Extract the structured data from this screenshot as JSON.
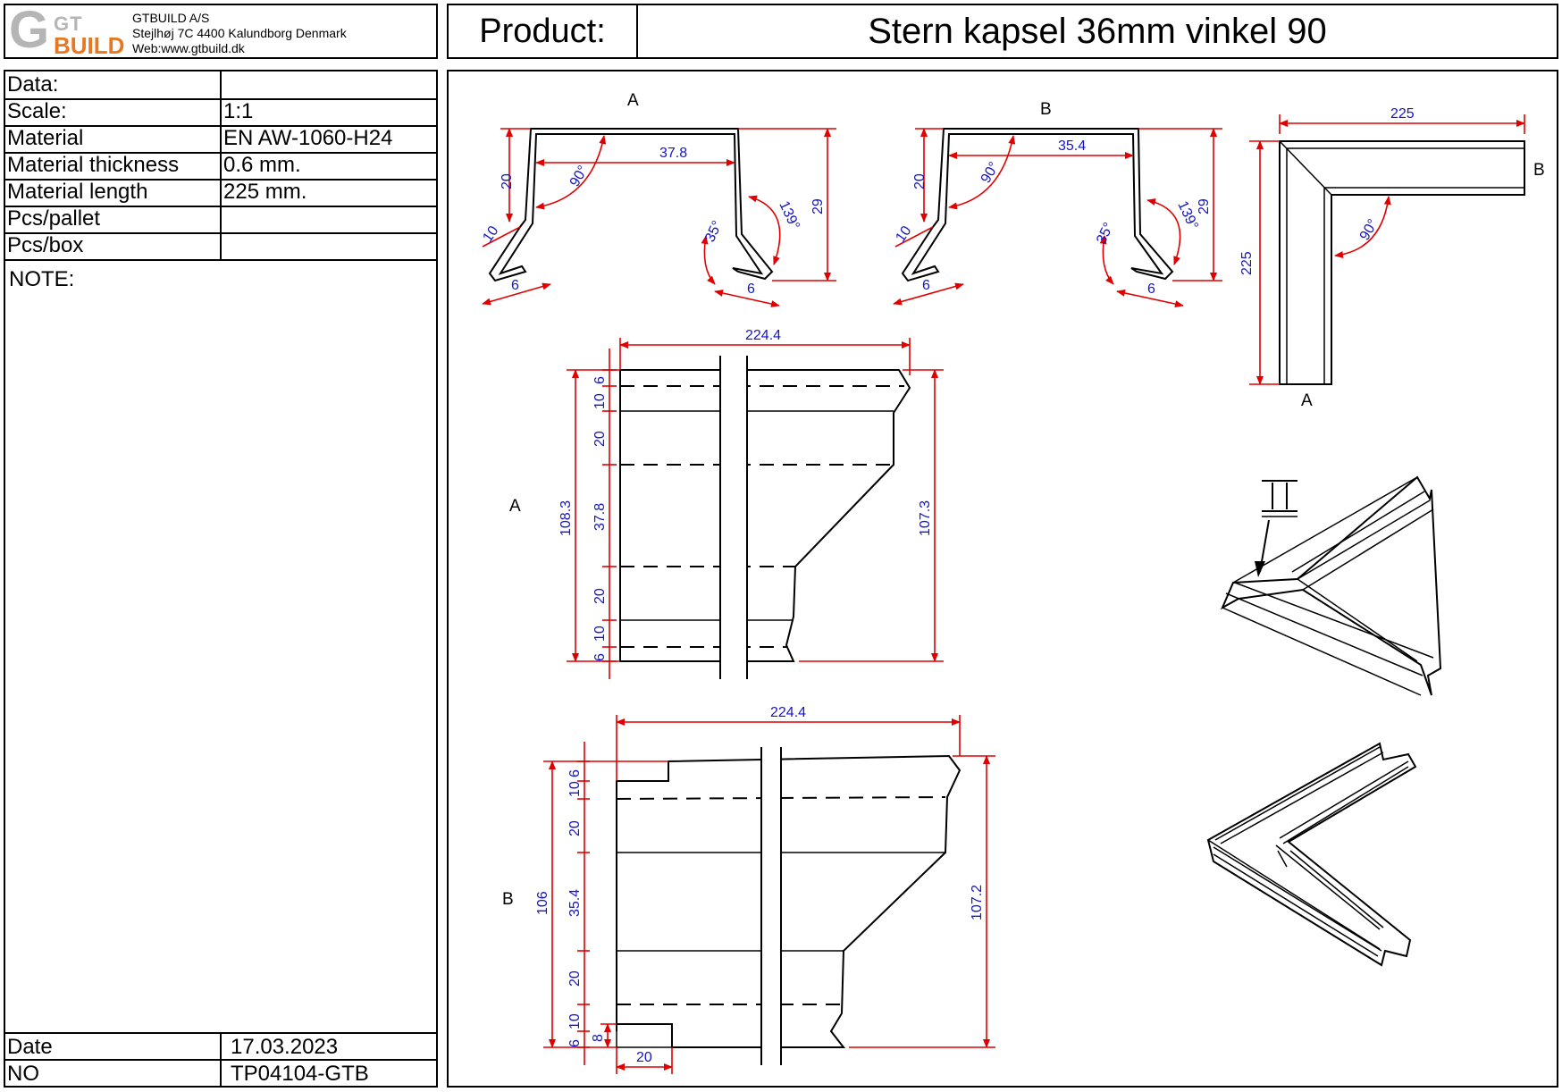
{
  "company": {
    "logo_gt": "GT",
    "logo_build": "BUILD",
    "name": "GTBUILD A/S",
    "address": "Stejlhøj 7C 4400 Kalundborg Denmark",
    "web": "Web:www.gtbuild.dk"
  },
  "product": {
    "label": "Product:",
    "name": "Stern kapsel 36mm vinkel 90"
  },
  "info": {
    "rows": [
      {
        "key": "Data:",
        "value": ""
      },
      {
        "key": "Scale:",
        "value": "1:1"
      },
      {
        "key": "Material",
        "value": "EN AW-1060-H24"
      },
      {
        "key": "Material thickness",
        "value": "0.6 mm."
      },
      {
        "key": "Material length",
        "value": "225 mm."
      },
      {
        "key": "Pcs/pallet",
        "value": ""
      },
      {
        "key": "Pcs/box",
        "value": ""
      }
    ],
    "note_label": "NOTE:",
    "date_label": "Date",
    "date_value": "17.03.2023",
    "no_label": "NO",
    "no_value": "TP04104-GTB"
  },
  "drawing": {
    "views": {
      "a": "A",
      "b": "B"
    },
    "profile_a": {
      "width": "37.8",
      "side": "20",
      "lip": "10",
      "hem": "6",
      "height": "29",
      "angle_top": "90°",
      "angle_bend": "35°",
      "angle_open": "139°"
    },
    "profile_b": {
      "width": "35.4",
      "side": "20",
      "lip": "10",
      "hem": "6",
      "height": "29",
      "angle_top": "90°",
      "angle_bend": "35°",
      "angle_open": "139°"
    },
    "plan": {
      "length": "225",
      "width": "225",
      "angle": "90°"
    },
    "flat_a": {
      "length": "224.4",
      "height_left": "108.3",
      "height_right": "107.3",
      "segments": [
        "6",
        "10",
        "20",
        "37.8",
        "20",
        "10",
        "6"
      ]
    },
    "flat_b": {
      "length": "224.4",
      "height_left": "106",
      "height_right": "107.2",
      "segments": [
        "6",
        "10",
        "20",
        "35.4",
        "20",
        "10",
        "6"
      ],
      "notch_w": "20",
      "notch_h": "8"
    }
  },
  "colors": {
    "dimension_line": "#e00000",
    "dimension_text": "#1414c8",
    "logo_orange": "#e87722",
    "logo_grey": "#b5b5b5"
  }
}
